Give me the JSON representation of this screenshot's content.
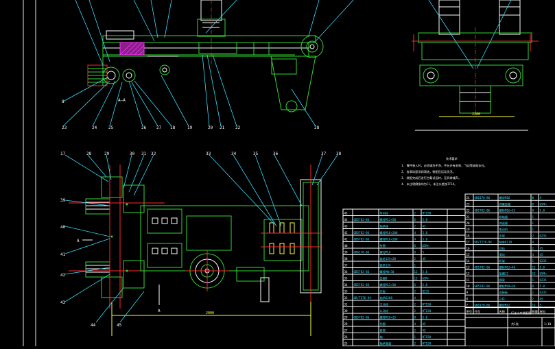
{
  "drawing": {
    "section_label": "A—A",
    "section_mark_a": "A",
    "section_mark_a2": "A",
    "balloons_top": [
      "8",
      "23",
      "24",
      "25",
      "26",
      "27",
      "18",
      "19",
      "20",
      "21",
      "22",
      "28"
    ],
    "balloons_plan": [
      "17",
      "28",
      "29",
      "30",
      "31",
      "32",
      "33",
      "34",
      "35",
      "36",
      "37",
      "38",
      "39",
      "40",
      "41",
      "42",
      "43",
      "44",
      "45"
    ],
    "tech_notes_title": "技术要求",
    "tech_notes": [
      "1. 零件装入时，必须清洗干净，不允许有毛刺、飞边等缺陷存在。",
      "2. 各滑动面涂润滑油，装配后运动灵活。",
      "3. 装配完成后进行空载试运转，无异常噪声。",
      "4. 未注明倒角均为C1，未注公差按IT14。"
    ],
    "dim_top_right": "2200",
    "dim_plan": "2000"
  },
  "colors": {
    "background": "#000000",
    "outline": "#ffffff",
    "body": "#34d934",
    "leader": "#34e0ff",
    "centerline": "#ff2a2a",
    "hatch": "#ff33ff",
    "dimension": "#ffff33"
  },
  "bom_left": {
    "rows": [
      [
        "45",
        "",
        "导向轮",
        "2",
        "HT150",
        ""
      ],
      [
        "44",
        "GB5782-86",
        "螺栓M12×50",
        "6",
        "5.8",
        ""
      ],
      [
        "43",
        "",
        "轴承座",
        "2",
        "45",
        ""
      ],
      [
        "42",
        "GB5782-86",
        "螺栓M16×200",
        "4",
        "5.8",
        ""
      ],
      [
        "41",
        "GB5782-86",
        "螺栓M16×200",
        "4",
        "5.8",
        ""
      ],
      [
        "40",
        "",
        "垫圈",
        "8",
        "65Mn",
        ""
      ],
      [
        "39",
        "GB6170-86",
        "螺母M16",
        "8",
        "5",
        ""
      ],
      [
        "38",
        "",
        "链轮12A×20",
        "2",
        "45",
        ""
      ],
      [
        "37",
        "",
        "链条12A",
        "1",
        "",
        ""
      ],
      [
        "36",
        "GB5782-86",
        "螺栓M8×30",
        "12",
        "5.8",
        ""
      ],
      [
        "35",
        "",
        "垫圈8",
        "12",
        "65Mn",
        ""
      ],
      [
        "34",
        "GB5782-86",
        "螺栓M12×50",
        "6",
        "5.8",
        ""
      ],
      [
        "33",
        "",
        "压板",
        "2",
        "Q235",
        ""
      ],
      [
        "32",
        "GB/T276-94",
        "轴承6208",
        "4",
        "",
        ""
      ],
      [
        "31",
        "",
        "主动轮",
        "2",
        "HT150",
        ""
      ],
      [
        "30",
        "",
        "从动轮",
        "2",
        "HT150",
        ""
      ],
      [
        "29",
        "GB5782-86",
        "螺栓M10×25",
        "8",
        "5.8",
        ""
      ],
      [
        "28",
        "",
        "挡圈",
        "4",
        "45",
        ""
      ],
      [
        "27",
        "",
        "套筒",
        "2",
        "45",
        ""
      ],
      [
        "26",
        "",
        "轴",
        "1",
        "HT150",
        ""
      ],
      [
        "25",
        "",
        "轴承端盖",
        "2",
        "HT150",
        ""
      ]
    ]
  },
  "bom_right": {
    "rows": [
      [
        "24",
        "GB6170-86",
        "螺母M16",
        "8",
        "5",
        ""
      ],
      [
        "23",
        "",
        "弹簧垫圈",
        "8",
        "65Mn",
        ""
      ],
      [
        "22",
        "GB5782-86",
        "螺栓M16×55",
        "8",
        "5.8",
        ""
      ],
      [
        "21",
        "",
        "联轴器",
        "1",
        "",
        ""
      ],
      [
        "20",
        "",
        "减速器",
        "1",
        "",
        ""
      ],
      [
        "19",
        "",
        "电动机",
        "1",
        "",
        ""
      ],
      [
        "18",
        "",
        "支架",
        "2",
        "Q235",
        ""
      ],
      [
        "17",
        "GB/T276-94",
        "轴承6210",
        "4",
        "",
        ""
      ],
      [
        "16",
        "",
        "导轨",
        "2",
        "45",
        ""
      ],
      [
        "15",
        "",
        "滑块",
        "4",
        "45",
        ""
      ],
      [
        "14",
        "",
        "机架",
        "1",
        "Q235",
        ""
      ],
      [
        "13",
        "GB5782-86",
        "螺栓M12×40",
        "12",
        "5.8",
        ""
      ],
      [
        "12",
        "",
        "垫圈12",
        "12",
        "65Mn",
        ""
      ],
      [
        "11",
        "",
        "横梁",
        "1",
        "Q235",
        ""
      ],
      [
        "10",
        "GB5782-86",
        "螺栓M10×30",
        "8",
        "5.8",
        ""
      ],
      [
        "9",
        "",
        "连接板",
        "2",
        "Q235",
        ""
      ],
      [
        "8",
        "",
        "立柱",
        "2",
        "45",
        ""
      ],
      [
        "7",
        "GB6170-86",
        "螺母M12",
        "12",
        "5",
        ""
      ]
    ],
    "header": [
      "序号",
      "代号",
      "名称",
      "数量",
      "材料",
      "备注"
    ]
  },
  "title_block": {
    "name": "行走小车装配图",
    "scale": "1:10",
    "sheet": "共1张"
  }
}
